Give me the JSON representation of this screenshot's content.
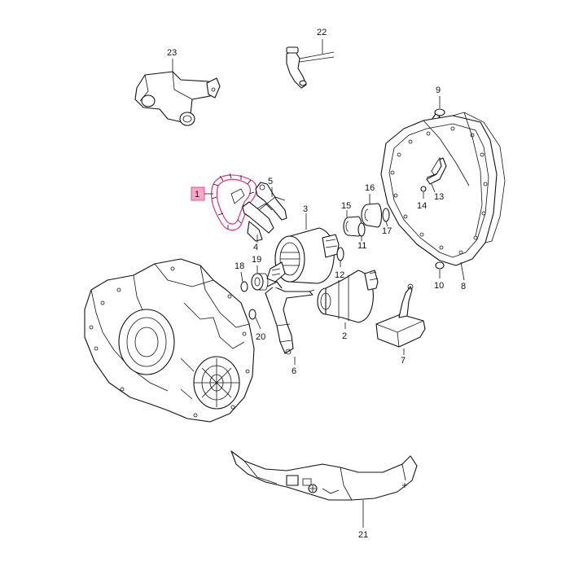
{
  "diagram": {
    "highlight_color": "#e0308a",
    "highlight_fill": "#f7a8c8",
    "line_color": "#111111",
    "highlighted_part": "1",
    "labels": {
      "p1": "1",
      "p2": "2",
      "p3": "3",
      "p4": "4",
      "p5": "5",
      "p6": "6",
      "p7": "7",
      "p8": "8",
      "p9": "9",
      "p10": "10",
      "p11": "11",
      "p12": "12",
      "p13": "13",
      "p14": "14",
      "p15": "15",
      "p16": "16",
      "p17": "17",
      "p18": "18",
      "p19": "19",
      "p20": "20",
      "p21": "21",
      "p22": "22",
      "p23": "23"
    }
  }
}
